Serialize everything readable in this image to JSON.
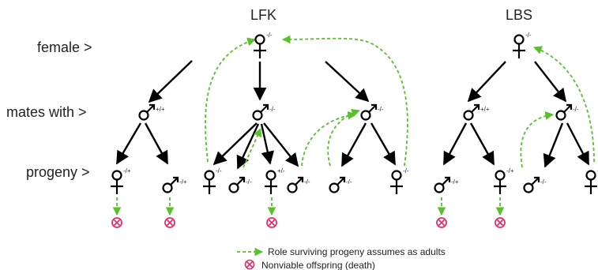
{
  "row_labels": {
    "female": "female >",
    "mates": "mates with >",
    "progeny": "progeny >"
  },
  "groups": {
    "lfk": "LFK",
    "lbs": "LBS"
  },
  "genotypes": {
    "wt": "+/+",
    "het": "-/+",
    "ko": "-/-",
    "het_alt": "+/-"
  },
  "legend": {
    "role_text": "Role surviving progeny assumes as adults",
    "death_text": "Nonviable offspring (death)"
  },
  "colors": {
    "arrow": "#000000",
    "role_arrow": "#59bf2a",
    "death": "#e0306a"
  },
  "icons": {
    "female": "female-symbol-icon",
    "male": "male-symbol-icon",
    "death": "nonviable-x-icon"
  }
}
